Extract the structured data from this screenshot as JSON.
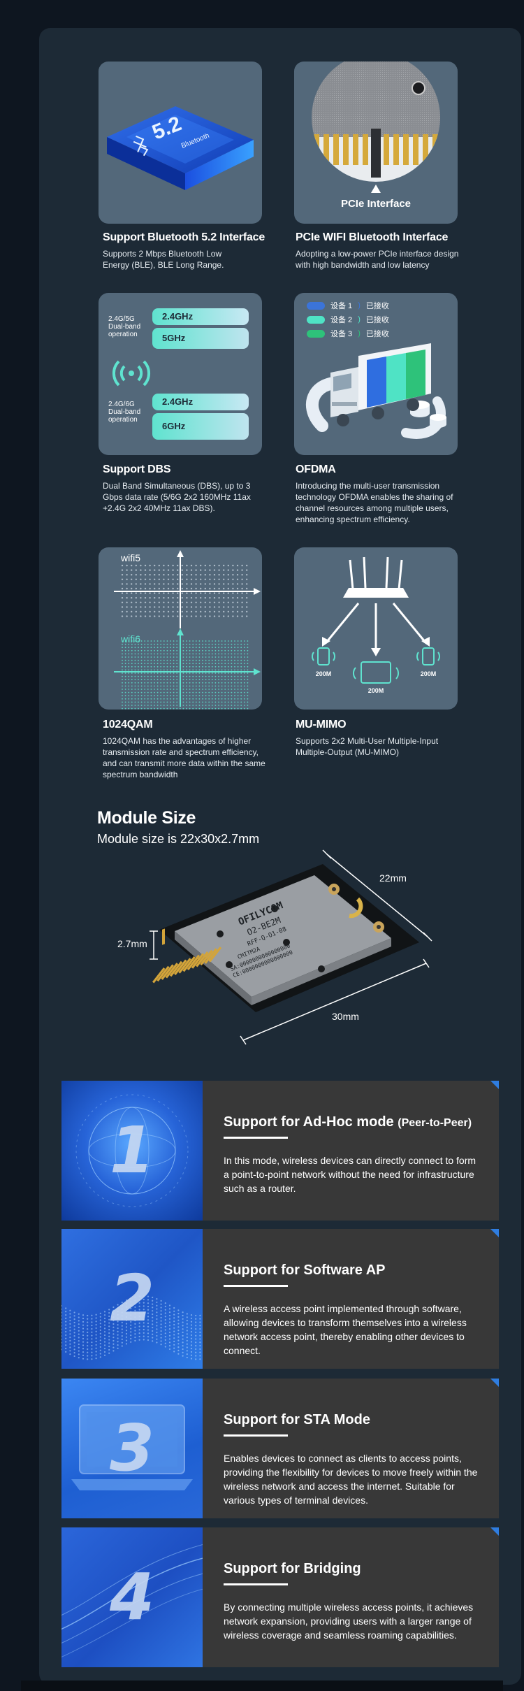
{
  "features": [
    {
      "title": "Support Bluetooth 5.2 Interface",
      "desc": "Supports 2 Mbps Bluetooth Low Energy (BLE), BLE Long Range.",
      "badge_main": "5.2",
      "badge_sub": "Bluetooth"
    },
    {
      "title": "PCIe WIFI Bluetooth Interface",
      "desc": "Adopting a low-power PCIe interface design with high bandwidth and low latency",
      "image_label": "PCIe Interface"
    },
    {
      "title": "Support DBS",
      "desc": "Dual Band Simultaneous (DBS), up to 3 Gbps data rate (5/6G 2x2 160MHz 11ax +2.4G 2x2 40MHz 11ax DBS).",
      "groups": [
        {
          "label": "2.4G/5G Dual-band operation",
          "bands": [
            "2.4GHz",
            "5GHz"
          ]
        },
        {
          "label": "2.4G/6G Dual-band operation",
          "bands": [
            "2.4GHz",
            "6GHz"
          ]
        }
      ]
    },
    {
      "title": "OFDMA",
      "desc": "Introducing the multi-user transmission technology OFDMA enables the sharing of channel resources among multiple users, enhancing spectrum efficiency.",
      "legend": [
        {
          "device": "设备 1",
          "status": "已接收",
          "color": "#3b74d9"
        },
        {
          "device": "设备 2",
          "status": "已接收",
          "color": "#4fe3c5"
        },
        {
          "device": "设备 3",
          "status": "已接收",
          "color": "#2ec27a"
        }
      ]
    },
    {
      "title": "1024QAM",
      "desc": "1024QAM has the advantages of higher transmission rate and spectrum efficiency, and can transmit more data within the same spectrum bandwidth",
      "labels": [
        "wifi5",
        "wifi6"
      ]
    },
    {
      "title": "MU-MIMO",
      "desc": "Supports 2x2 Multi-User Multiple-Input Multiple-Output (MU-MIMO)",
      "speeds": [
        "200M",
        "200M",
        "200M"
      ]
    }
  ],
  "module": {
    "title": "Module Size",
    "subtitle": "Module size is 22x30x2.7mm",
    "dim_width": "22mm",
    "dim_length": "30mm",
    "dim_height": "2.7mm",
    "chip_text": [
      "OFILYCOM",
      "O2-BE2M",
      "RFF-Q-O1-08",
      "CMITM2A",
      "SA:0000000000000000",
      "CE:0000000000000000"
    ]
  },
  "supports": [
    {
      "num": "1",
      "title": "Support for Ad-Hoc mode",
      "title_suffix": "(Peer-to-Peer)",
      "desc": "In this mode, wireless devices can directly connect to form a point-to-point network without the need for infrastructure such as a router."
    },
    {
      "num": "2",
      "title": "Support for Software AP",
      "title_suffix": "",
      "desc": "A wireless access point implemented through software, allowing devices to transform themselves into a wireless network access point, thereby enabling other devices to connect."
    },
    {
      "num": "3",
      "title": "Support for STA Mode",
      "title_suffix": "",
      "desc": "Enables devices to connect as clients to access points, providing the flexibility for devices to move freely within the wireless network and access the internet. Suitable for various types of terminal devices."
    },
    {
      "num": "4",
      "title": "Support for Bridging",
      "title_suffix": "",
      "desc": "By connecting multiple wireless access points, it achieves network expansion, providing users with a larger range of wireless coverage and seamless roaming capabilities."
    }
  ],
  "colors": {
    "accent": "#2f7de0",
    "panel": "#1d2a36",
    "card": "#53687a",
    "teal": "#5fe3cf"
  }
}
